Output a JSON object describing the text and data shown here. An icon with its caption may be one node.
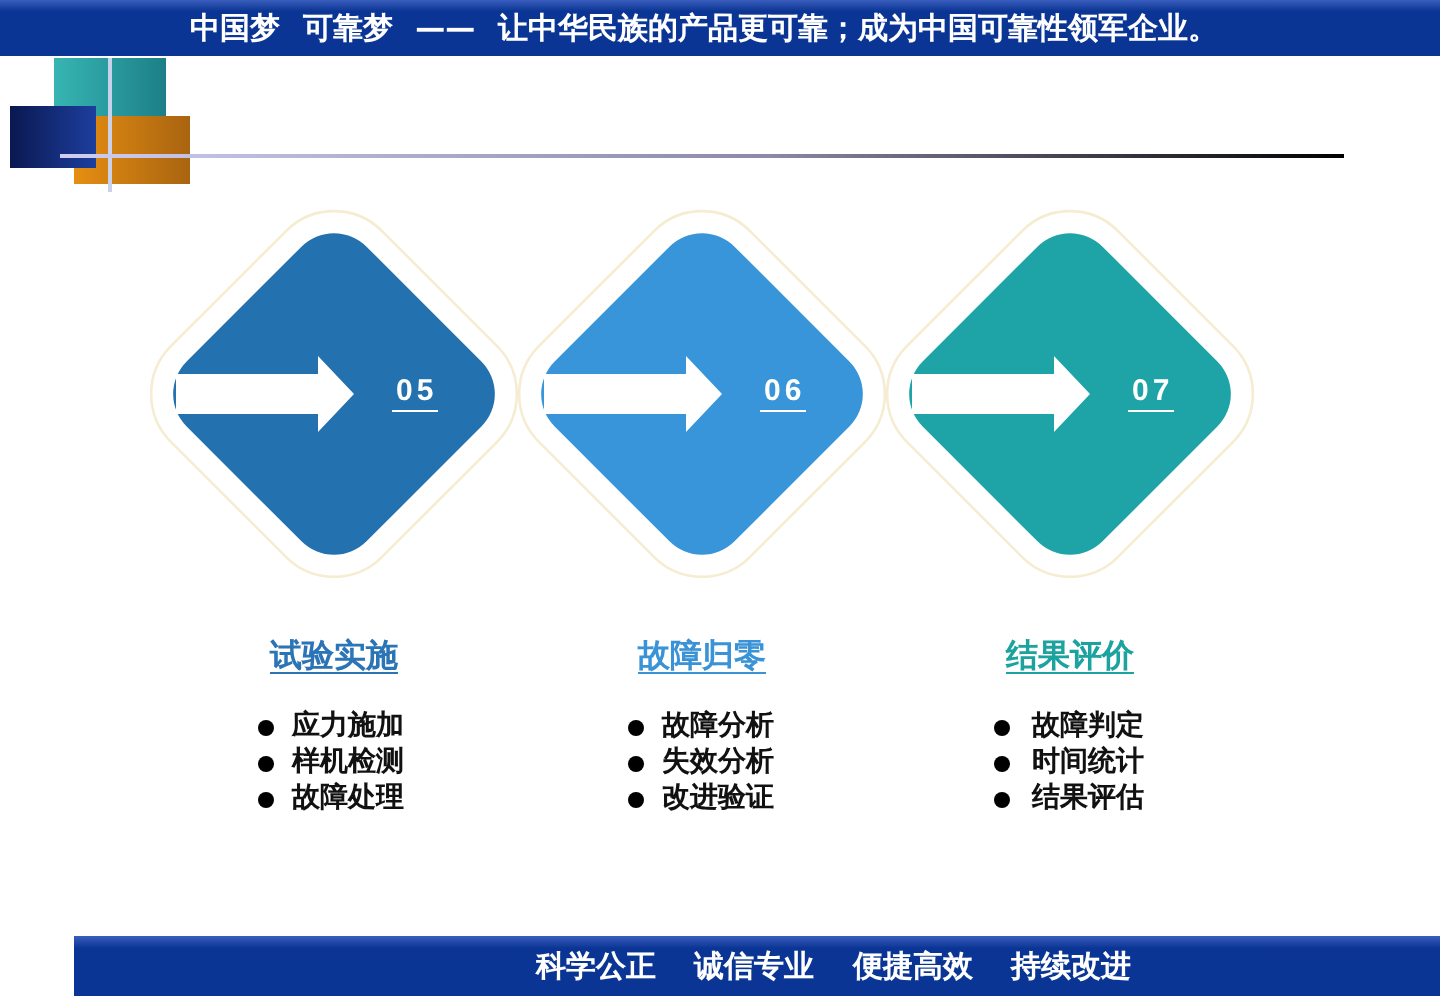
{
  "diagram": {
    "nodes": [
      {
        "text": [
          "05"
        ],
        "beside": [
          "试验实施",
          "应力施加",
          "样机检测",
          "故障处理"
        ]
      },
      {
        "text": [
          "06"
        ],
        "beside": [
          "故障归零",
          "故障分析",
          "失效分析",
          "改进验证"
        ]
      },
      {
        "text": [
          "07"
        ],
        "beside": [
          "结果评价",
          "故障判定",
          "时间统计",
          "结果评估"
        ]
      }
    ],
    "labels": [
      "中国梦 可靠梦 —— 让中华民族的产品更可靠；成为中国可靠性领军企业。",
      "科学公正 诚信专业 便捷高效 持续改进"
    ]
  }
}
